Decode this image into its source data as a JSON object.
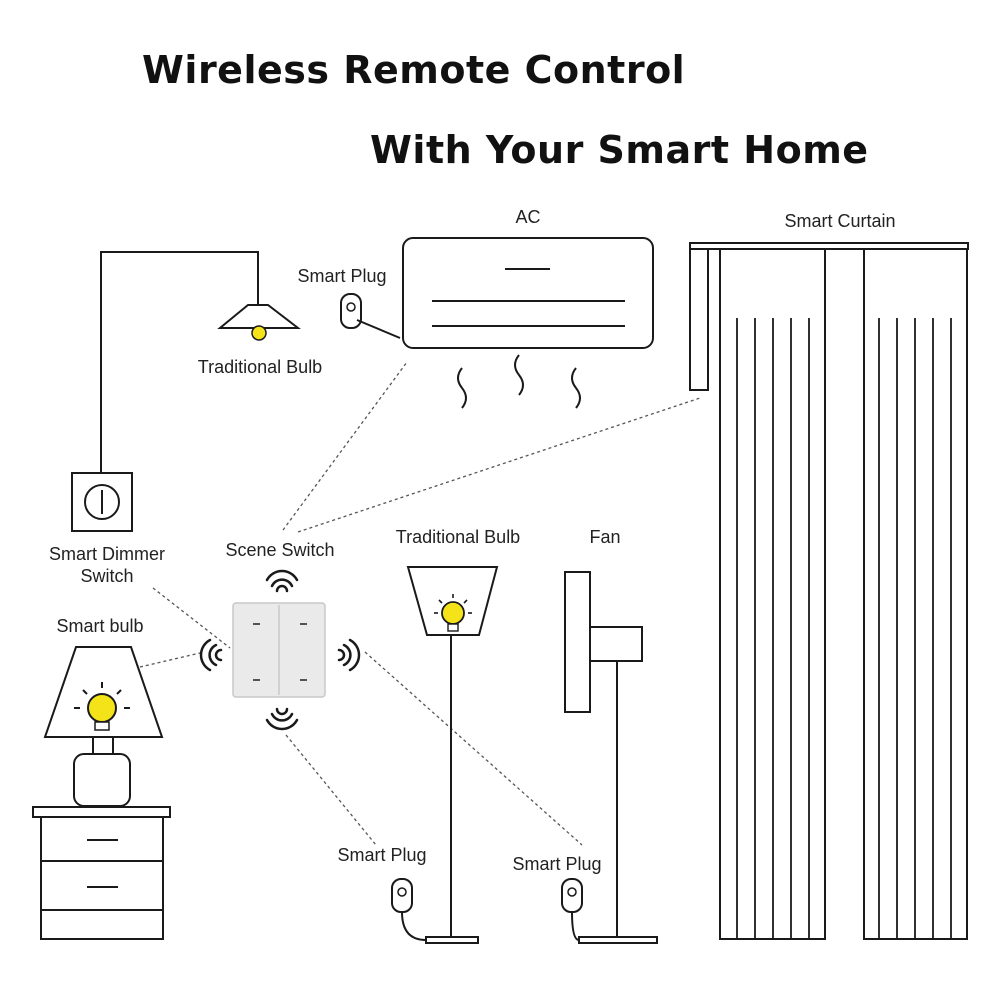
{
  "heading": {
    "line1": "Wireless Remote Control",
    "line2": "With Your Smart Home"
  },
  "labels": {
    "ac": "AC",
    "smart_curtain": "Smart Curtain",
    "smart_plug_ac": "Smart Plug",
    "traditional_bulb_ceiling": "Traditional Bulb",
    "smart_dimmer_switch_line1": "Smart Dimmer",
    "smart_dimmer_switch_line2": "Switch",
    "scene_switch": "Scene Switch",
    "traditional_bulb_floor": "Traditional Bulb",
    "fan": "Fan",
    "smart_bulb": "Smart bulb",
    "smart_plug_lamp": "Smart Plug",
    "smart_plug_fan": "Smart Plug"
  },
  "colors": {
    "bulb_yellow": "#f5e31a",
    "line": "#1a1a1a",
    "switch_panel": "#eaeaea"
  },
  "icons": [
    "light-bulb-icon",
    "wifi-signal-icon",
    "power-plug-icon",
    "dimmer-knob-icon"
  ]
}
